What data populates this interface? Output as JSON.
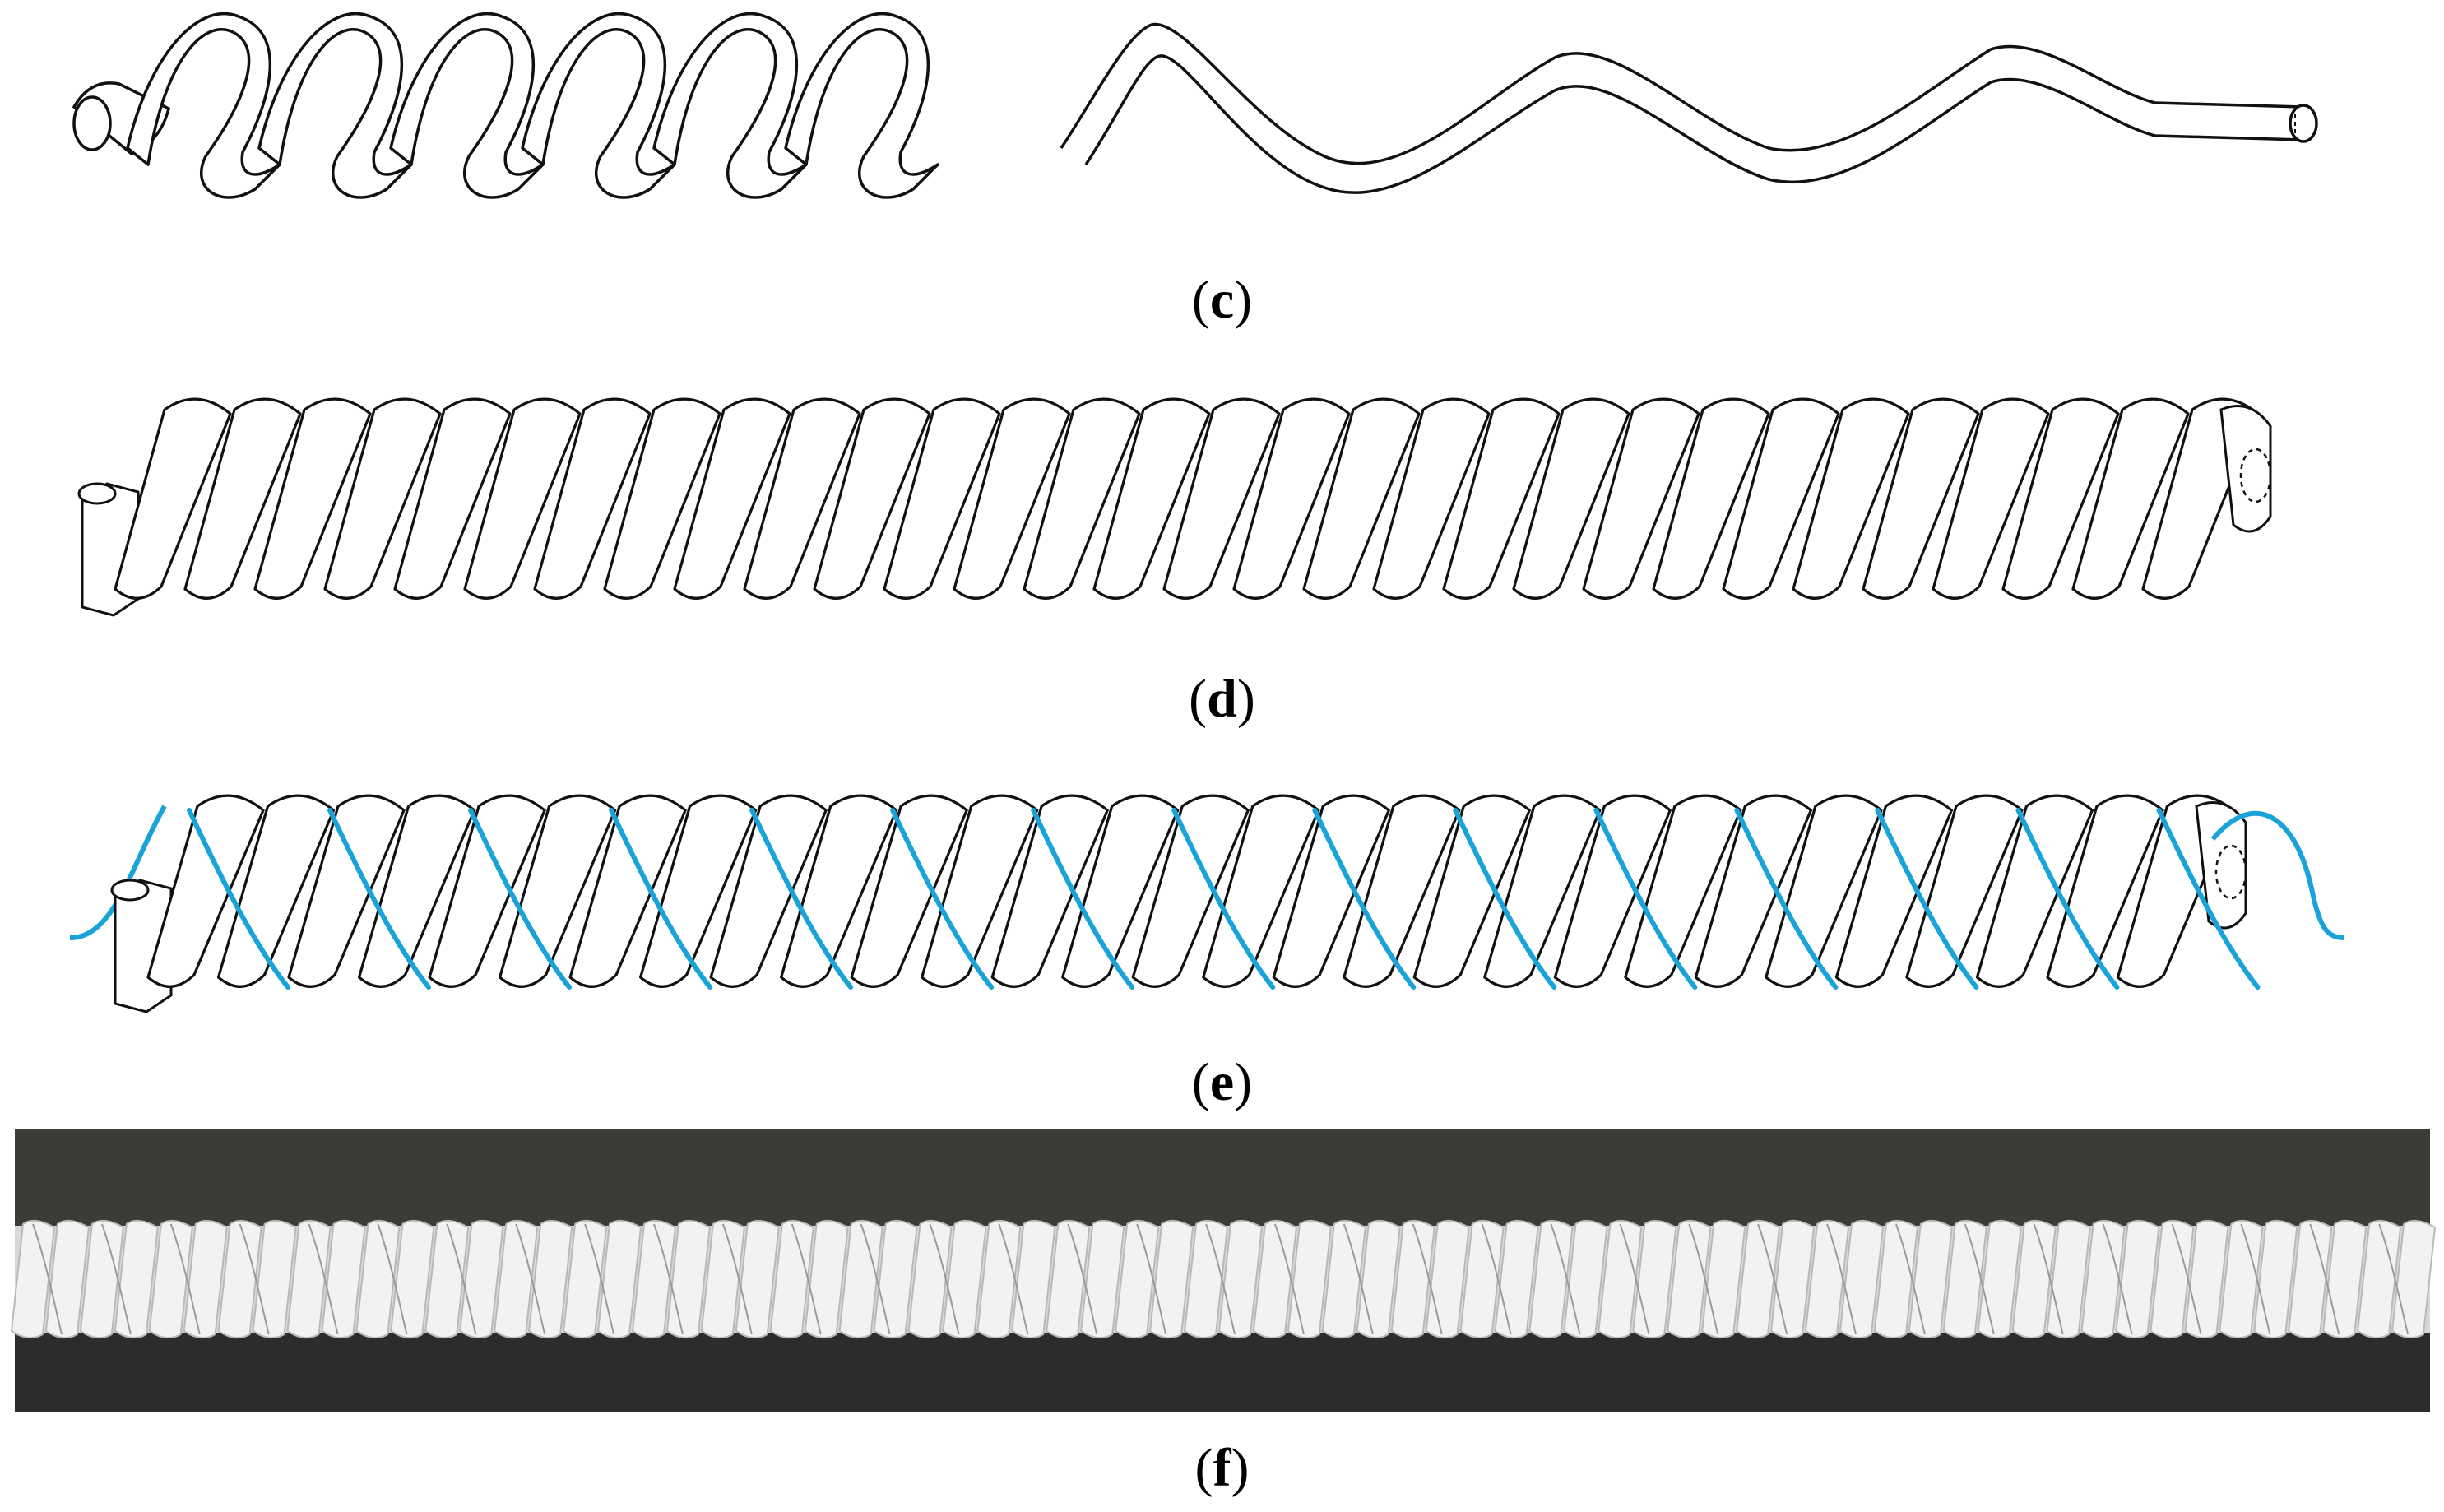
{
  "panels": [
    {
      "id": "c",
      "caption_open": "(",
      "caption_letter": "c",
      "caption_close": ")"
    },
    {
      "id": "d",
      "caption_open": "(",
      "caption_letter": "d",
      "caption_close": ")"
    },
    {
      "id": "e",
      "caption_open": "(",
      "caption_letter": "e",
      "caption_close": ")"
    },
    {
      "id": "f",
      "caption_open": "(",
      "caption_letter": "f",
      "caption_close": ")"
    }
  ],
  "colors": {
    "outline": "#111111",
    "fiber": "#1aa3d9",
    "photo_background": "#3b3b38",
    "coil_white": "#f2f2f2"
  },
  "icons": {
    "panel_c": "stretched-coil-diagram",
    "panel_d": "tight-coil-diagram",
    "panel_e": "coil-with-fiber-diagram",
    "panel_f": "coil-photograph"
  }
}
